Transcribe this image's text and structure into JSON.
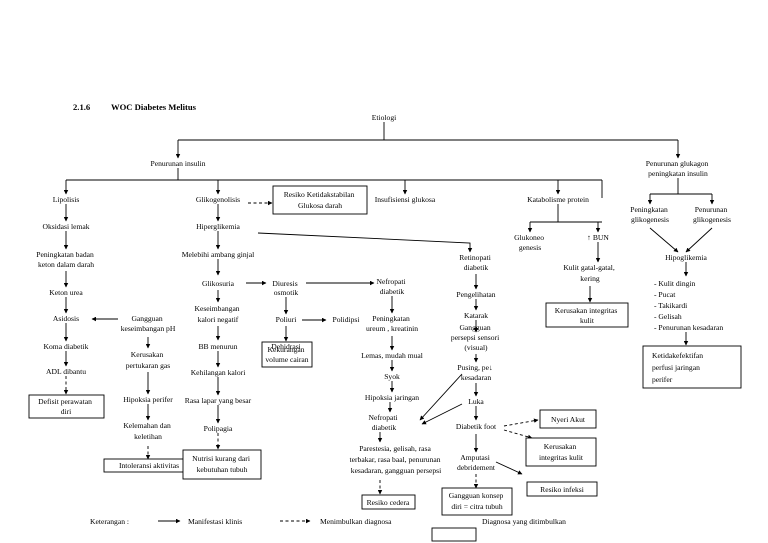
{
  "section": {
    "number": "2.1.6",
    "title": "WOC Diabetes Melitus"
  },
  "nodes": {
    "etiologi": "Etiologi",
    "penurunan_insulin": "Penurunan insulin",
    "penurunan_glukagon": [
      "Penurunan glukagon",
      "peningkatan insulin"
    ],
    "lipolisis": "Lipolisis",
    "glikogenolisis": "Glikogenolisis",
    "resiko_ketidakstabilan": [
      "Resiko Ketidakstabilan",
      "Glukosa darah"
    ],
    "insufisiensi_glukosa": "Insufisiensi glukosa",
    "katabolisme_protein": "Katabolisme protein",
    "peningkatan_glikogenesis": [
      "Peningkatan",
      "glikogenesis"
    ],
    "penurunan_glikogenesis": [
      "Penurunan",
      "glikogenesis"
    ],
    "oksidasi_lemak": "Oksidasi lemak",
    "hiperglikemia": "Hiperglikemia",
    "retinopati": [
      "Retinopati",
      "diabetik"
    ],
    "glukoneogenesis": [
      "Glukoneo",
      "genesis"
    ],
    "bun": "↑ BUN",
    "hipoglikemia": "Hipoglikemia",
    "peningkatan_badan_keton": [
      "Peningkatan badan",
      "keton dalam darah"
    ],
    "melebihi_ambang_ginjal": "Melebihi ambang ginjal",
    "pengelihatan": "Pengelihatan",
    "kulit_gatal": [
      "Kulit gatal-gatal,",
      "kering"
    ],
    "ketonurea": "Keton urea",
    "glikosuria": "Glikosuria",
    "diuresis_osmotik": [
      "Diuresis",
      "osmotik"
    ],
    "nefropati_1": [
      "Nefropati",
      "diabetik"
    ],
    "katarak": "Katarak",
    "kerusakan_integritas_1": [
      "Kerusakan integritas",
      "kulit"
    ],
    "gejala_hipoglikemia": [
      "-  Kulit dingin",
      "-  Pucat",
      "-  Takikardi",
      "-  Gelisah",
      "-  Penurunan kesadaran"
    ],
    "asidosis": "Asidosis",
    "gangguan_ph": [
      "Gangguan",
      "keseimbangan pH"
    ],
    "keseimbangan_kalori": [
      "Keseimbangan",
      "kalori negatif"
    ],
    "poliuri": "Poliuri",
    "polidipsi": "Polidipsi",
    "peningkatan_ureum": [
      "Peningkatan",
      "ureum , kreatinin"
    ],
    "gangguan_persepsi": [
      "Gangguan",
      "persepsi sensori",
      "(visual)"
    ],
    "ketidakefektifan_perfusi": [
      "Ketidakefektifan",
      "perfusi  jaringan",
      "perifer"
    ],
    "koma_diabetik": "Koma diabetik",
    "kerusakan_pertukaran_gas": [
      "Kerusakan",
      "pertukaran gas"
    ],
    "bb_menurun": "BB menurun",
    "dehidrasi": "Dehidrasi",
    "lemas": "Lemas, mudah mual",
    "syok": "Syok",
    "pusing": [
      "Pusing, pe↓",
      "kesadaran"
    ],
    "adl_dibantu": "ADL dibantu",
    "kehilangan_kalori": "Kehilangan kalori",
    "kekurangan_volume": [
      "Kekurangan",
      "volume cairan"
    ],
    "hipoksia_perifer": "Hipoksia perifer",
    "hipoksia_jaringan": "Hipoksia jaringan",
    "defisit_perawatan": [
      "Defisit perawatan",
      "diri"
    ],
    "rasa_lapar": "Rasa lapar yang besar",
    "luka": "Luka",
    "nefropati_2": [
      "Nefropati",
      "diabetik"
    ],
    "nyeri_akut": "Nyeri Akut",
    "kelemahan": [
      "Kelemahan dan",
      "keletihan"
    ],
    "polipagia": "Polipagia",
    "diabetic_foot": "Diabetik foot",
    "kerusakan_integritas_2": [
      "Kerusakan",
      "integritas kulit"
    ],
    "intoleransi": "Intoleransi aktivitas",
    "nutrisi_kurang": [
      "Nutrisi kurang dari",
      "kebutuhan tubuh"
    ],
    "parestesia": [
      "Parestesia, gelisah, rasa",
      "terbakar, rasa baal, penurunan",
      "kesadaran, gangguan persepsi"
    ],
    "amputasi": [
      "Amputasi",
      "debridement"
    ],
    "resiko_infeksi": "Resiko infeksi",
    "resiko_cedera": "Resiko cedera",
    "gangguan_konsep_diri": [
      "Gangguan konsep",
      "diri = citra tubuh"
    ]
  },
  "legend": {
    "title": "Keterangan :",
    "solid": "Manifestasi klinis",
    "dashed": "Menimbulkan diagnosa",
    "box": "Diagnosa yang ditimbulkan"
  }
}
